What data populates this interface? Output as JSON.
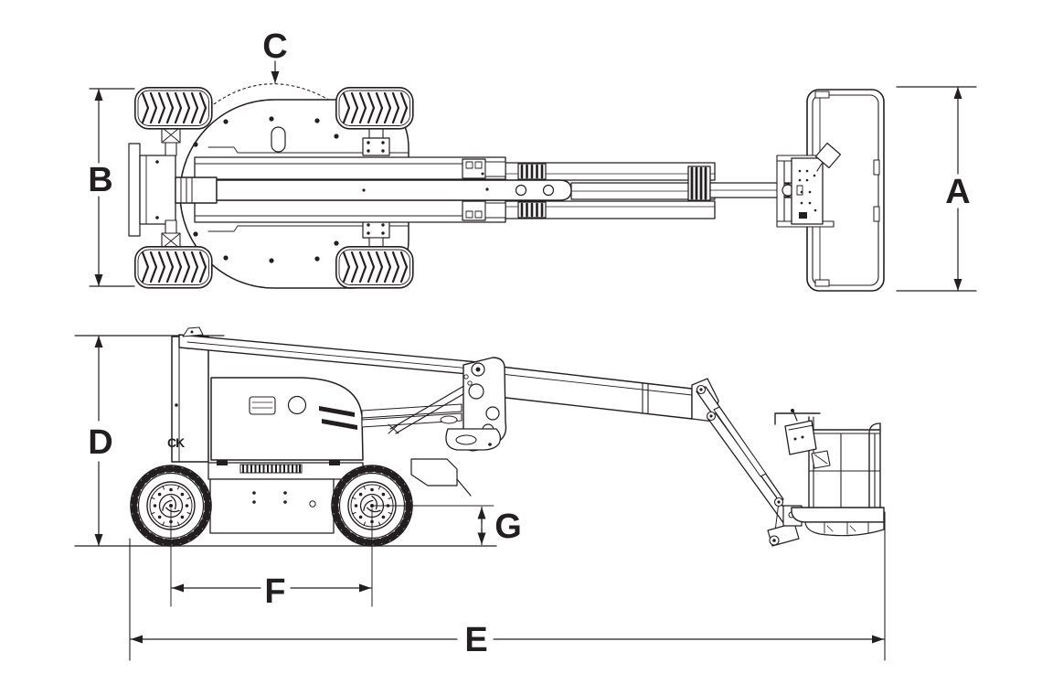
{
  "diagram": {
    "background_color": "#ffffff",
    "line_color": "#231f20",
    "labels": {
      "A": "A",
      "B": "B",
      "C": "C",
      "D": "D",
      "E": "E",
      "F": "F",
      "G": "G"
    },
    "logo_text": "CK"
  }
}
